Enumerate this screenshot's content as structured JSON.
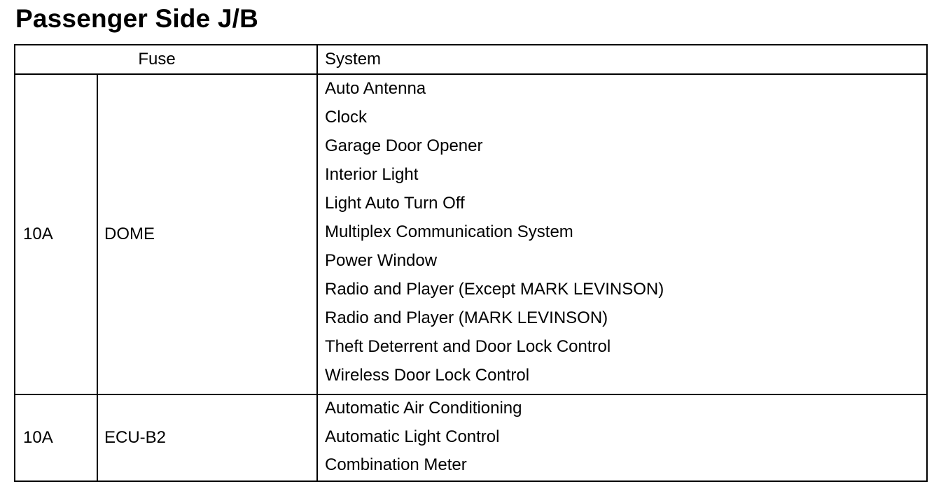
{
  "title": "Passenger Side J/B",
  "table": {
    "header": {
      "fuse": "Fuse",
      "system": "System"
    },
    "groups": [
      {
        "amperage": "10A",
        "name": "DOME",
        "systems": [
          "Auto Antenna",
          "Clock",
          "Garage Door Opener",
          "Interior Light",
          "Light Auto Turn Off",
          "Multiplex Communication System",
          "Power Window",
          "Radio and Player (Except MARK LEVINSON)",
          "Radio and Player (MARK LEVINSON)",
          "Theft Deterrent and Door Lock Control",
          "Wireless Door Lock Control"
        ]
      },
      {
        "amperage": "10A",
        "name": "ECU-B2",
        "systems": [
          "Automatic Air Conditioning",
          "Automatic Light Control",
          "Combination Meter"
        ]
      }
    ]
  }
}
